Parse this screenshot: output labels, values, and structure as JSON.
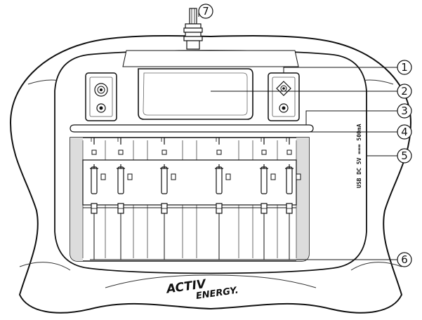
{
  "logo": {
    "line1": "ACTIV",
    "line2": "ENERGY."
  },
  "spec_label": "USB DC 5V === 500mA",
  "callouts": [
    {
      "label": "1"
    },
    {
      "label": "2"
    },
    {
      "label": "3"
    },
    {
      "label": "4"
    },
    {
      "label": "5"
    },
    {
      "label": "6"
    },
    {
      "label": "7"
    }
  ],
  "battery_slot_count": 6,
  "colors": {
    "line": "#111111",
    "background": "#ffffff",
    "shadow": "#dcdcdc"
  }
}
